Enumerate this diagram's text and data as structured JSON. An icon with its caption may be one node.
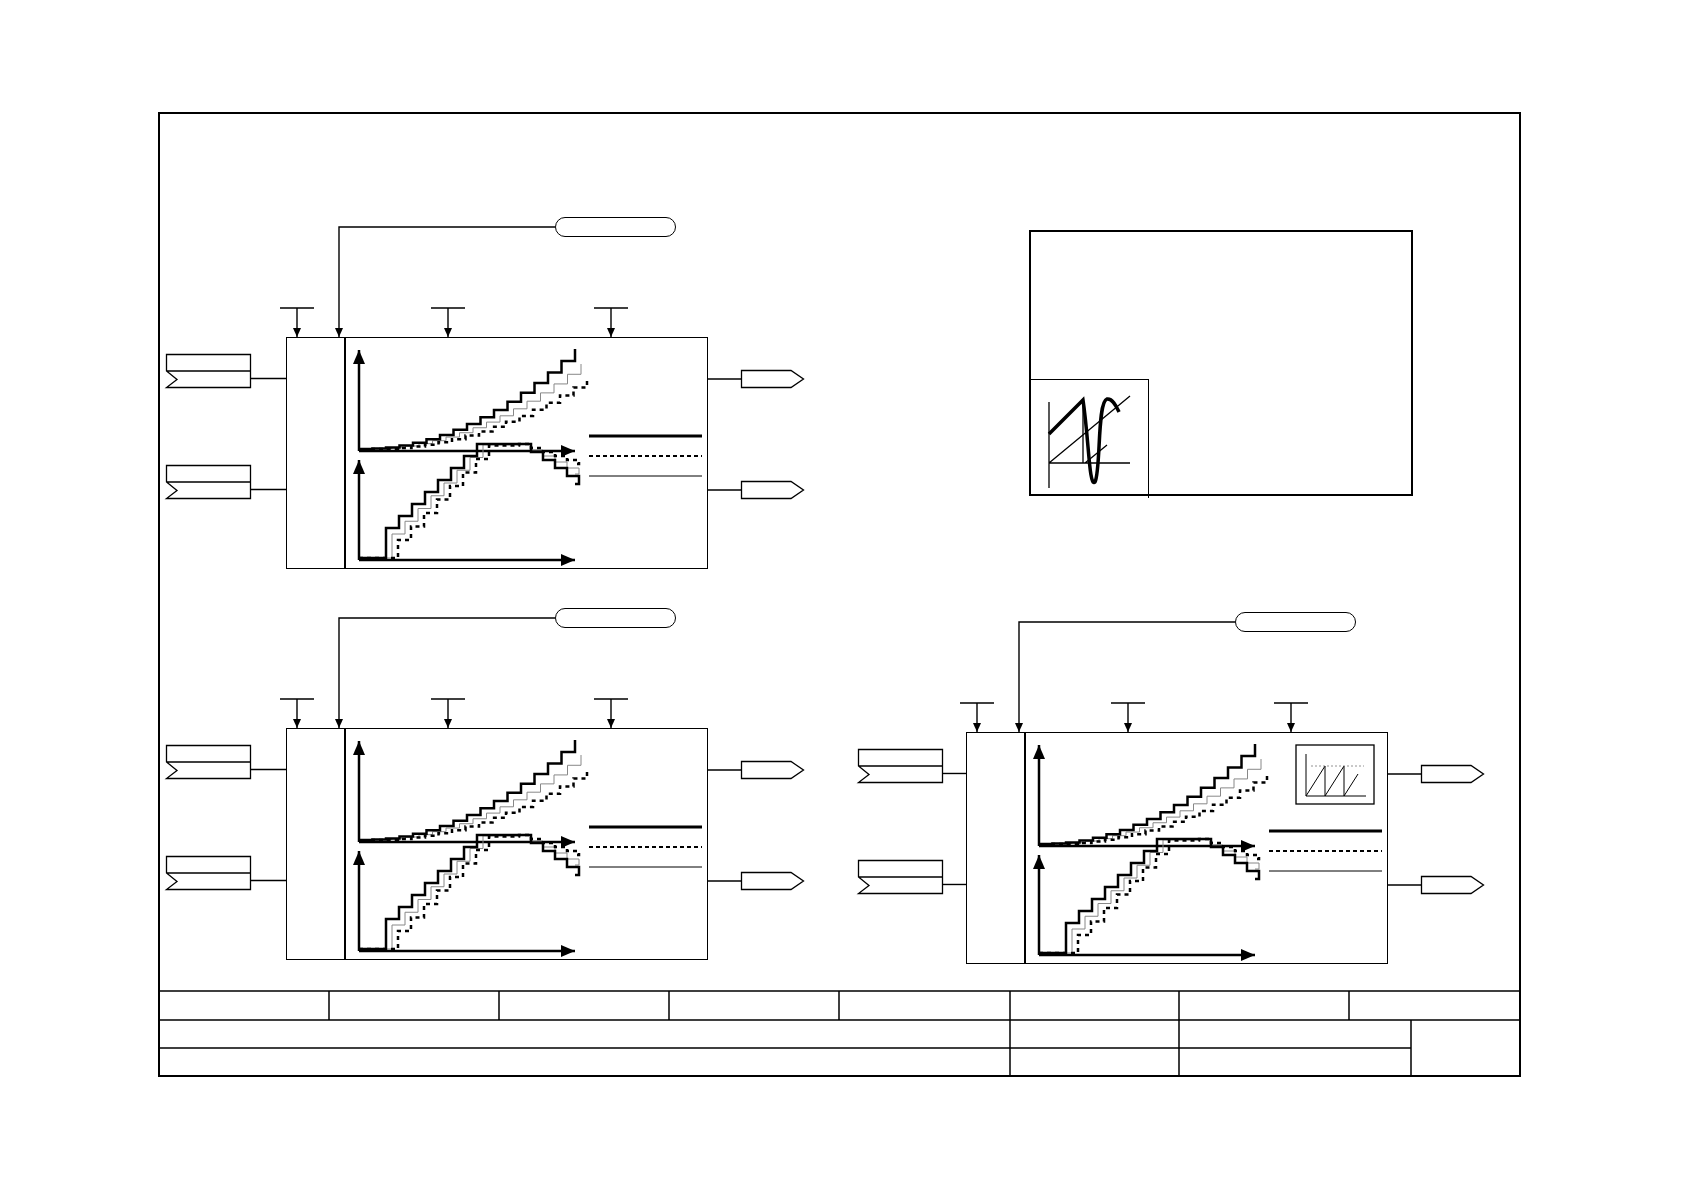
{
  "diagram": {
    "nodes": [
      {
        "text": [],
        "shape": "pill"
      },
      {
        "text": [],
        "shape": "box"
      },
      {
        "text": [],
        "shape": "box",
        "in": 1
      },
      {
        "text": [],
        "shape": "flag"
      },
      {
        "text": [],
        "shape": "box"
      },
      {
        "text": [],
        "shape": "pentagon"
      },
      {
        "text": [],
        "shape": "flag"
      },
      {
        "text": [],
        "shape": "pentagon"
      },
      {
        "text": [],
        "shape": "pill"
      },
      {
        "text": [],
        "shape": "pill"
      },
      {
        "text": [],
        "shape": "flag"
      },
      {
        "text": [],
        "shape": "box"
      },
      {
        "text": [],
        "shape": "pentagon"
      },
      {
        "text": [],
        "shape": "flag"
      },
      {
        "text": [],
        "shape": "pentagon"
      },
      {
        "text": [],
        "shape": "flag"
      },
      {
        "text": [],
        "shape": "box"
      },
      {
        "text": [],
        "shape": "pentagon"
      },
      {
        "text": [],
        "shape": "flag"
      },
      {
        "text": [],
        "shape": "pentagon"
      }
    ],
    "edges": [
      {
        "from": 0,
        "to": 4,
        "arrow": "to"
      },
      {
        "from": null,
        "to": 4,
        "arrow": "to"
      },
      {
        "from": null,
        "to": 4,
        "arrow": "to"
      },
      {
        "from": null,
        "to": 4,
        "arrow": "to"
      },
      {
        "from": 3,
        "to": 4,
        "arrow": "none"
      },
      {
        "from": 6,
        "to": 4,
        "arrow": "none"
      },
      {
        "from": 4,
        "to": 5,
        "arrow": "none"
      },
      {
        "from": 4,
        "to": 7,
        "arrow": "none"
      },
      {
        "from": 8,
        "to": 11,
        "arrow": "to"
      },
      {
        "from": null,
        "to": 11,
        "arrow": "to"
      },
      {
        "from": null,
        "to": 11,
        "arrow": "to"
      },
      {
        "from": null,
        "to": 11,
        "arrow": "to"
      },
      {
        "from": 10,
        "to": 11,
        "arrow": "none"
      },
      {
        "from": 13,
        "to": 11,
        "arrow": "none"
      },
      {
        "from": 11,
        "to": 12,
        "arrow": "none"
      },
      {
        "from": 11,
        "to": 14,
        "arrow": "none"
      },
      {
        "from": 9,
        "to": 16,
        "arrow": "to"
      },
      {
        "from": null,
        "to": 16,
        "arrow": "to"
      },
      {
        "from": null,
        "to": 16,
        "arrow": "to"
      },
      {
        "from": null,
        "to": 16,
        "arrow": "to"
      },
      {
        "from": 15,
        "to": 16,
        "arrow": "none"
      },
      {
        "from": 18,
        "to": 16,
        "arrow": "none"
      },
      {
        "from": 16,
        "to": 17,
        "arrow": "none"
      },
      {
        "from": 16,
        "to": 19,
        "arrow": "none"
      }
    ]
  }
}
